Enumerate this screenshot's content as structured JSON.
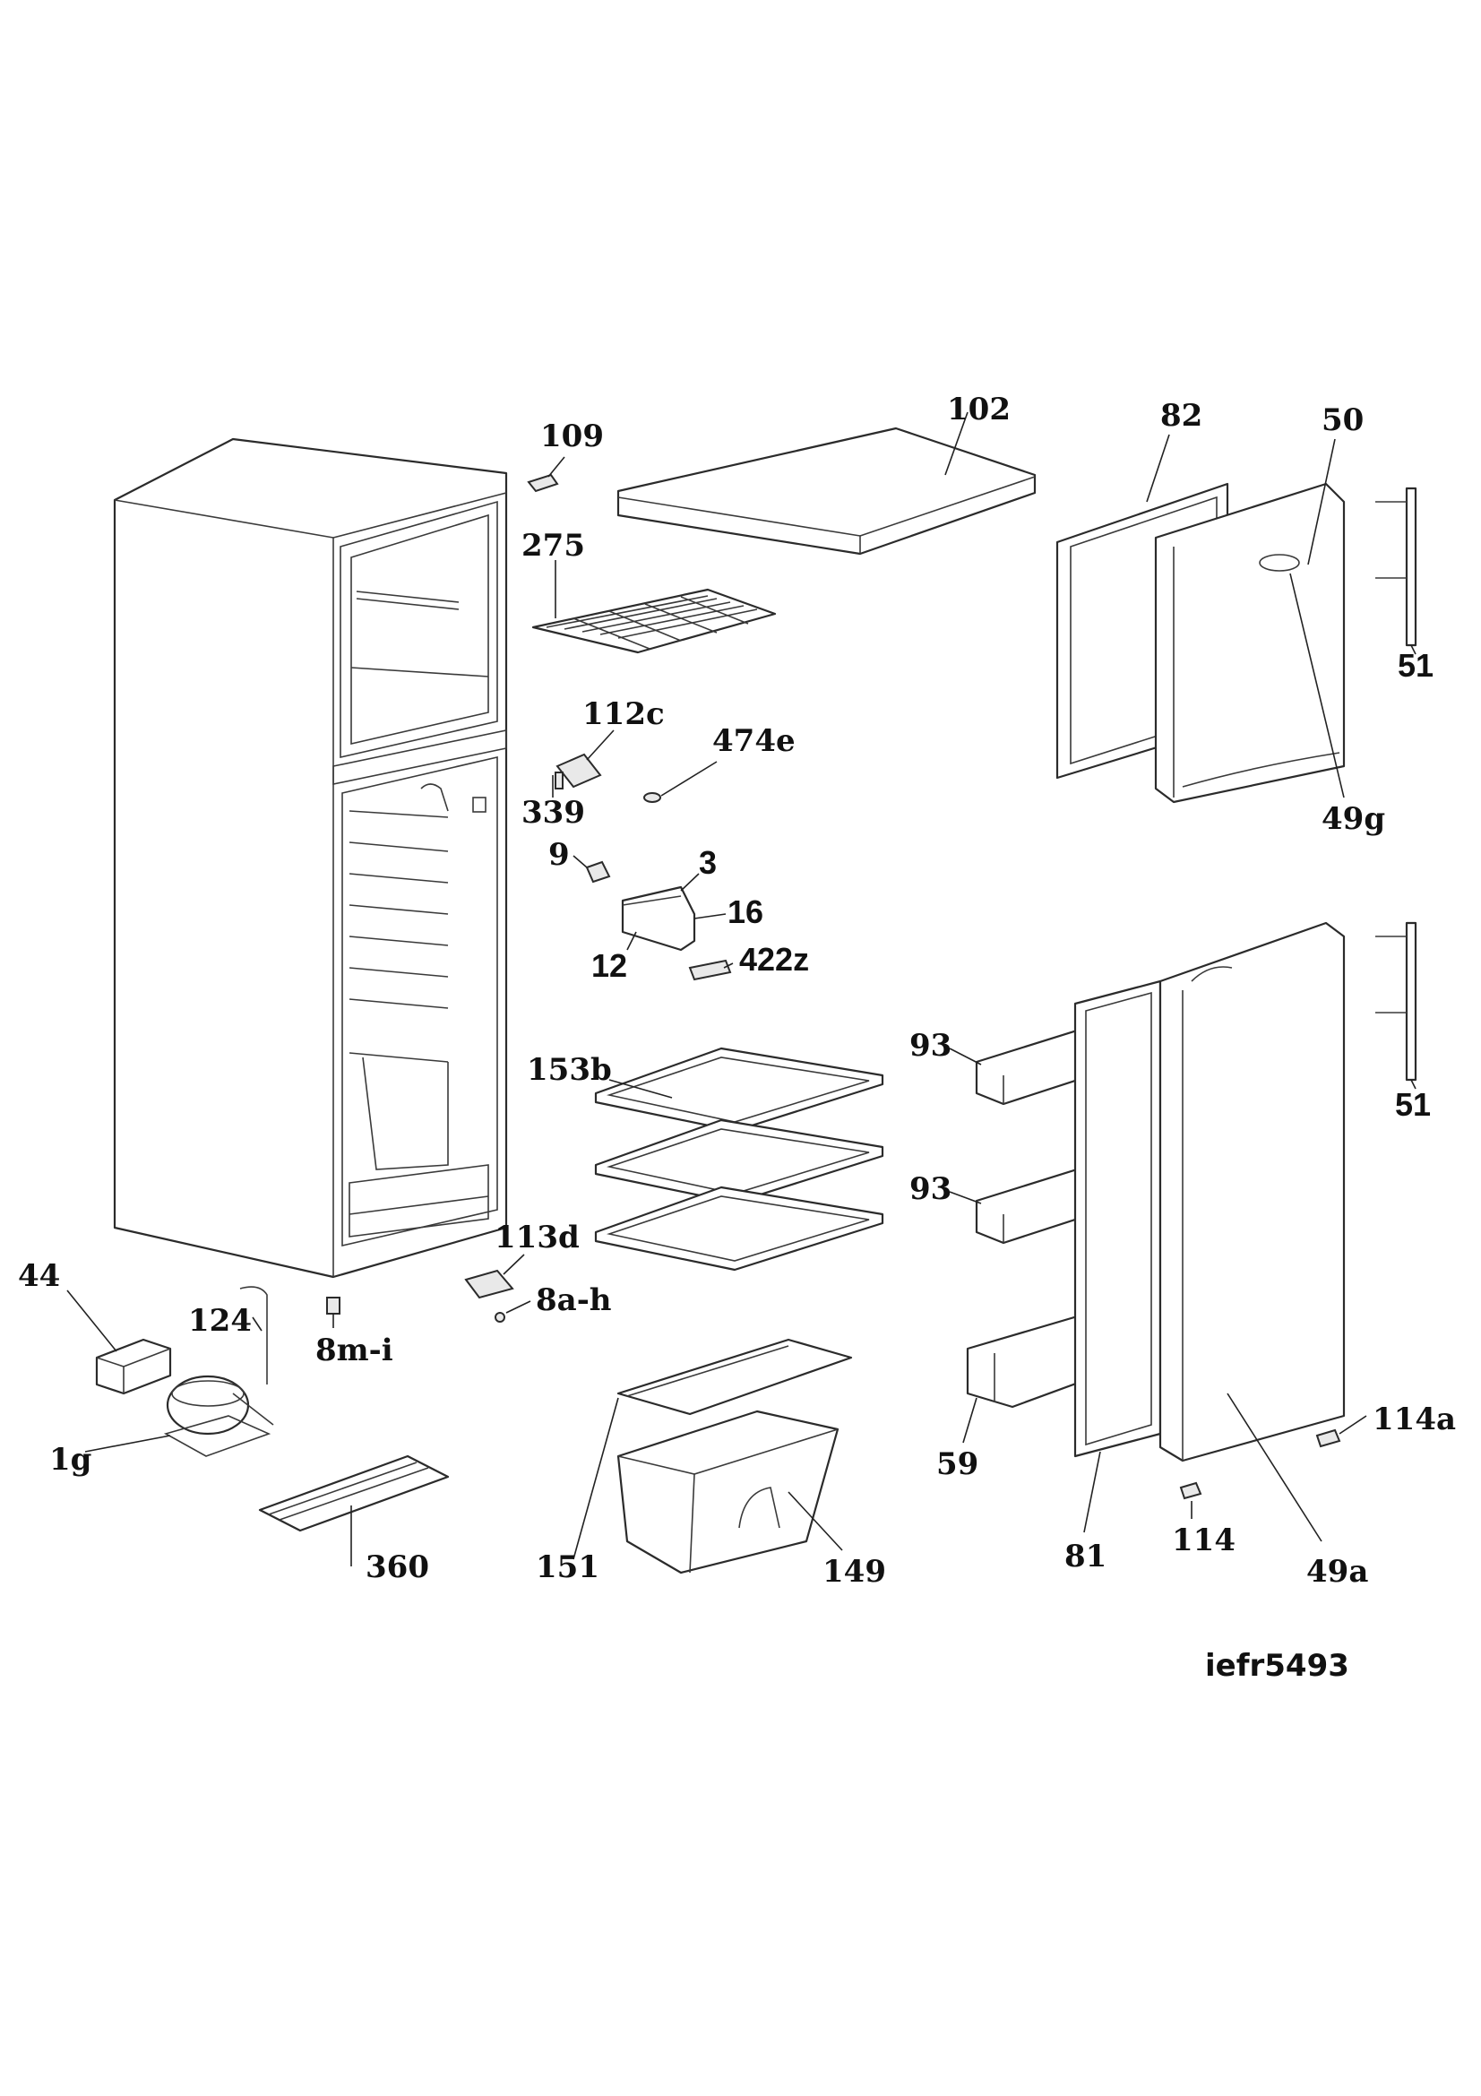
{
  "diagram_code": "iefr5493",
  "labels": {
    "p109": "109",
    "p102": "102",
    "p82": "82",
    "p50": "50",
    "p275": "275",
    "p51_top": "51",
    "p112c": "112c",
    "p474e": "474e",
    "p339": "339",
    "p49g": "49g",
    "p9": "9",
    "p3": "3",
    "p16": "16",
    "p12": "12",
    "p422z": "422z",
    "p153b": "153b",
    "p93_a": "93",
    "p93_b": "93",
    "p51_bottom": "51",
    "p113d": "113d",
    "p44": "44",
    "p8ah": "8a-h",
    "p124": "124",
    "p8mi": "8m-i",
    "p1g": "1g",
    "p114a": "114a",
    "p59": "59",
    "p360": "360",
    "p151": "151",
    "p149": "149",
    "p81": "81",
    "p114": "114",
    "p49a": "49a"
  }
}
